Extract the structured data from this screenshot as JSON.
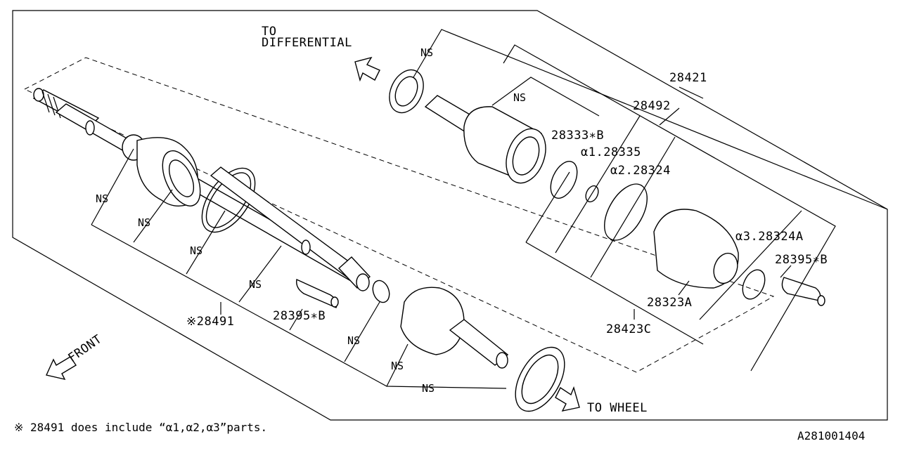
{
  "diagram": {
    "direction_labels": {
      "to_differential_line1": "TO",
      "to_differential_line2": "DIFFERENTIAL",
      "to_wheel": "TO WHEEL",
      "front": "FRONT"
    },
    "ns_label": "NS",
    "part_labels": {
      "p28421": "28421",
      "p28492": "28492",
      "p28333B": "28333∗B",
      "a1": "α1.28335",
      "a2": "α2.28324",
      "a3": "α3.28324A",
      "p28395B_right": "28395∗B",
      "p28323A": "28323A",
      "p28423C": "28423C",
      "p28491": "※28491",
      "p28395B_left": "28395∗B"
    },
    "footnote": "※ 28491 does include “α1,α2,α3”parts.",
    "diagram_id": "A281001404"
  }
}
